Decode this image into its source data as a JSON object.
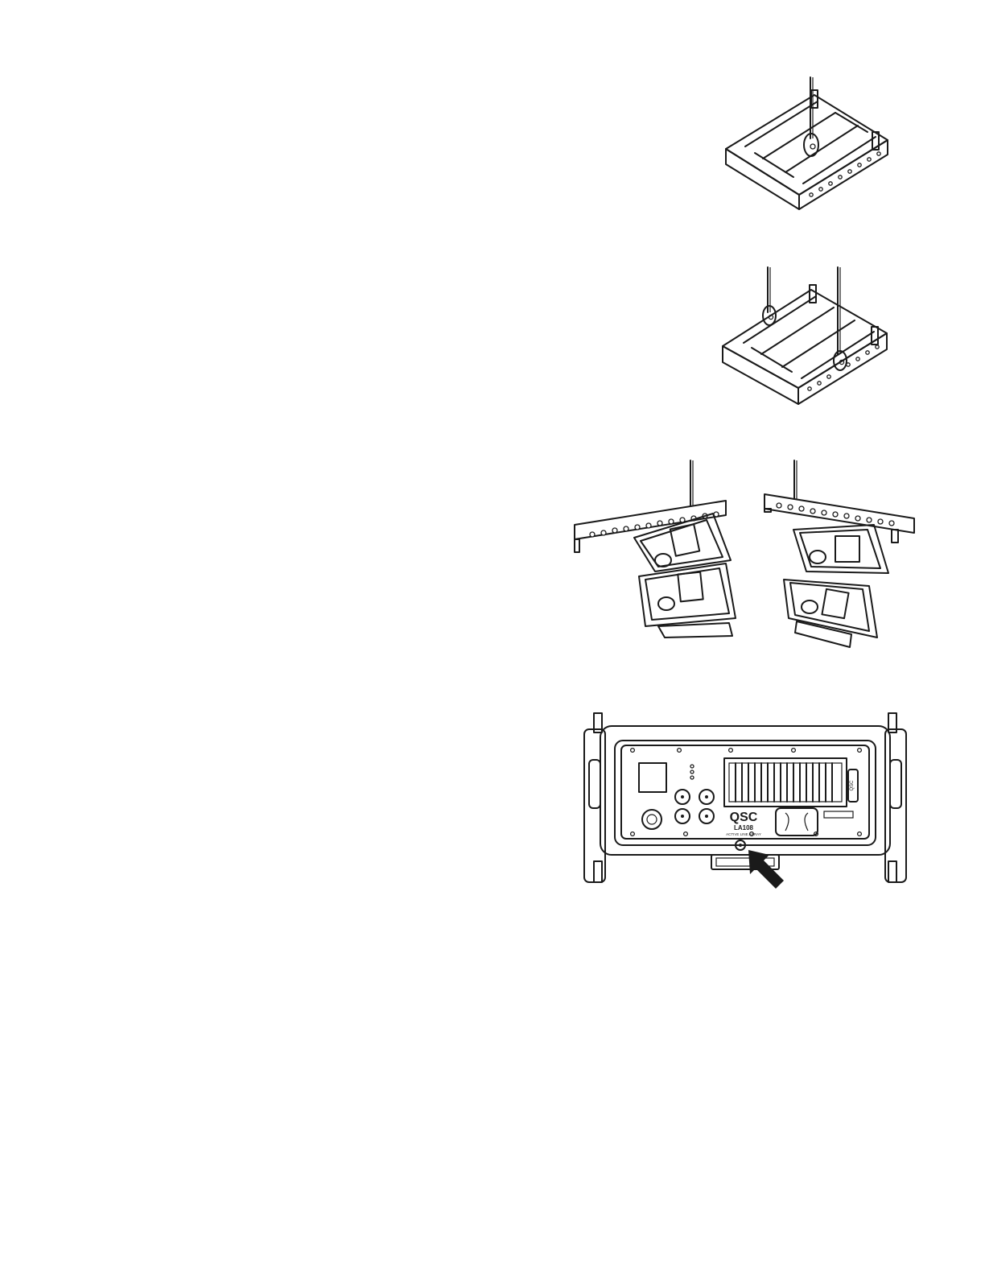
{
  "figures": [
    {
      "id": "fig-frame-single-cable"
    },
    {
      "id": "fig-frame-dual-cable"
    },
    {
      "id": "fig-array-tilt"
    },
    {
      "id": "fig-rear-panel"
    }
  ],
  "rear_panel": {
    "brand": "QSC",
    "model": "LA108",
    "subtitle": "ACTIVE LINE ARRAY",
    "emblem_label": "QSC"
  }
}
